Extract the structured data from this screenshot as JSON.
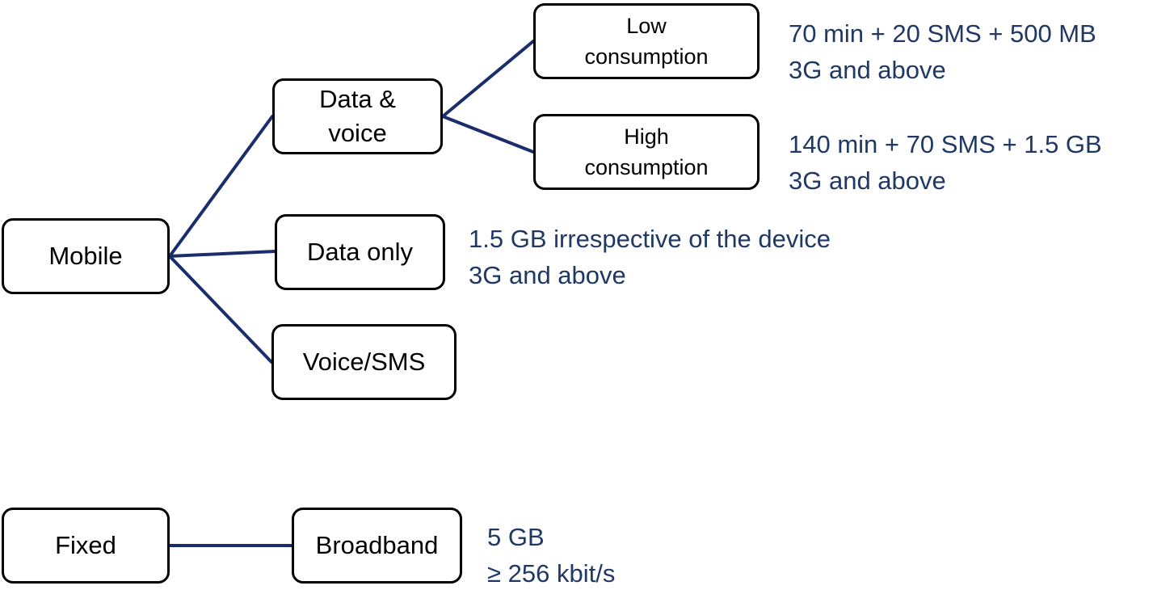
{
  "colors": {
    "connector": "#1a2e6b",
    "note_text": "#1f3864",
    "box_border": "#000000",
    "box_text": "#000000"
  },
  "nodes": {
    "mobile": {
      "label": "Mobile"
    },
    "data_voice": {
      "line1": "Data &",
      "line2": "voice"
    },
    "low_consumption": {
      "line1": "Low",
      "line2": "consumption"
    },
    "high_consumption": {
      "line1": "High",
      "line2": "consumption"
    },
    "data_only": {
      "label": "Data only"
    },
    "voice_sms": {
      "label": "Voice/SMS"
    },
    "fixed": {
      "label": "Fixed"
    },
    "broadband": {
      "label": "Broadband"
    }
  },
  "notes": {
    "low": {
      "line1": "70 min + 20 SMS + 500 MB",
      "line2": "3G and above"
    },
    "high": {
      "line1": "140 min + 70 SMS + 1.5 GB",
      "line2": "3G and above"
    },
    "data_only": {
      "line1": "1.5 GB irrespective of the device",
      "line2": "3G and above"
    },
    "broadband": {
      "line1": "5 GB",
      "line2": "≥ 256 kbit/s"
    }
  },
  "edges": [
    {
      "from": "mobile",
      "to": "data_voice"
    },
    {
      "from": "mobile",
      "to": "data_only"
    },
    {
      "from": "mobile",
      "to": "voice_sms"
    },
    {
      "from": "data_voice",
      "to": "low_consumption"
    },
    {
      "from": "data_voice",
      "to": "high_consumption"
    },
    {
      "from": "fixed",
      "to": "broadband"
    }
  ]
}
